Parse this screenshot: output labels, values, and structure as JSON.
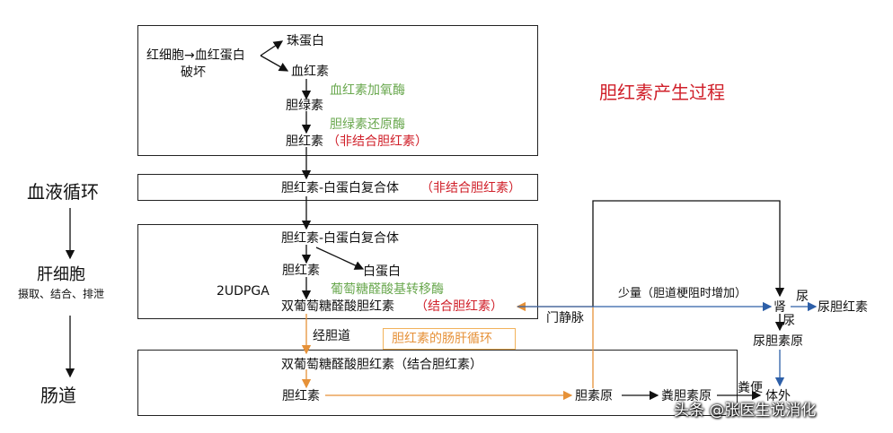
{
  "title": "胆红素产生过程",
  "top_box": {
    "rbc": "红细胞→血红蛋白",
    "destroy": "破坏",
    "globin": "珠蛋白",
    "heme": "血红素",
    "enzyme1": "血红素加氧酶",
    "biliverdin": "胆绿素",
    "enzyme2": "胆绿素还原酶",
    "bilirubin": "胆红素",
    "unconj": "（非结合胆红素）"
  },
  "blood_box": {
    "complex": "胆红素-白蛋白复合体",
    "unconj": "（非结合胆红素）"
  },
  "liver_box": {
    "complex": "胆红素-白蛋白复合体",
    "bilirubin": "胆红素",
    "albumin": "白蛋白",
    "udpga": "2UDPGA",
    "enzyme": "葡萄糖醛酸基转移酶",
    "diglucuronide": "双葡萄糖醛酸胆红素",
    "conj": "（结合胆红素）"
  },
  "gut_box": {
    "diglucuronide": "双葡萄糖醛酸胆红素（结合胆红素）",
    "bilirubin": "胆红素",
    "urobilinogen": "胆素原",
    "stercobilin": "粪胆素原"
  },
  "left_labels": {
    "blood": "血液循环",
    "liver": "肝细胞",
    "liver_sub": "摄取、结合、排泄",
    "gut": "肠道"
  },
  "flow_labels": {
    "bile_duct": "经胆道",
    "portal_vein": "门静脉",
    "enterohepatic": "胆红素的肠肝循环",
    "small_amount": "少量（胆道梗阻时增加）",
    "kidney": "肾",
    "urine1": "尿",
    "urine2": "尿",
    "urine_bilirubin": "尿胆红素",
    "urobilinogen_urine": "尿胆素原",
    "feces": "粪便",
    "excreted": "体外"
  },
  "watermark": "头条 @张医生说消化",
  "colors": {
    "accent_red": "#d0202a",
    "enzyme_green": "#6aa84f",
    "flow_blue": "#2d5fa8",
    "flow_orange": "#e69138"
  }
}
